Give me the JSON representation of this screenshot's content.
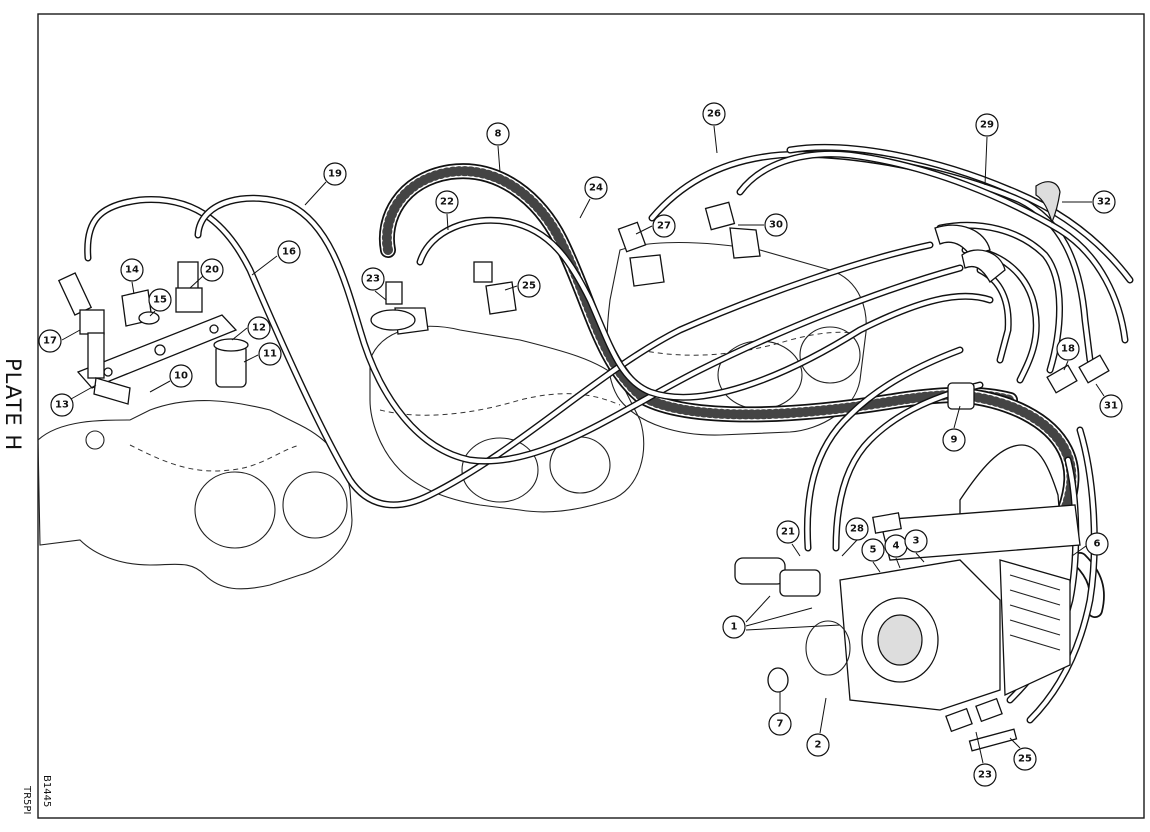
{
  "plate_title": "PLATE H",
  "drawing_number": "B1445",
  "model_code": "TR5PI",
  "callouts": [
    "8",
    "19",
    "26",
    "29",
    "32",
    "24",
    "16",
    "22",
    "27",
    "30",
    "20",
    "14",
    "15",
    "23",
    "25",
    "12",
    "17",
    "11",
    "13",
    "10",
    "18",
    "31",
    "9",
    "21",
    "28",
    "5",
    "4",
    "3",
    "6",
    "1",
    "7",
    "2",
    "23",
    "25"
  ]
}
